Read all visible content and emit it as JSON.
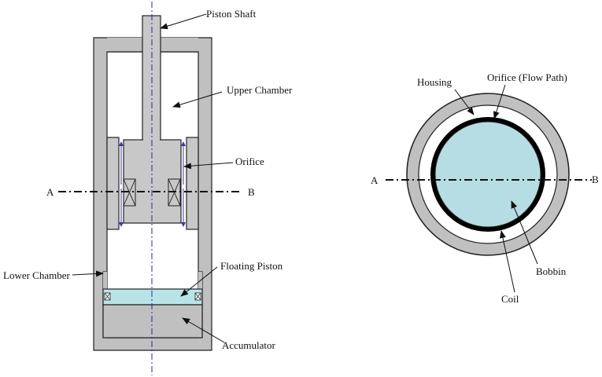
{
  "labels": {
    "piston_shaft": "Piston Shaft",
    "upper_chamber": "Upper Chamber",
    "orifice": "Orifice",
    "lower_chamber": "Lower Chamber",
    "floating_piston": "Floating Piston",
    "accumulator": "Accumulator",
    "section_a_left": "A",
    "section_b_left": "B",
    "housing": "Housing",
    "orifice_flow_path": "Orifice (Flow Path)",
    "section_a_right": "A",
    "section_b_right": "B",
    "bobbin": "Bobbin",
    "coil": "Coil"
  },
  "colors": {
    "housing": "#c0c0c0",
    "piston": "#c8c8c8",
    "outline": "#222222",
    "floating_piston": "#b8e4e8",
    "bobbin": "#b6dde3",
    "coil": "#000000",
    "centerline": "#2a2a9a",
    "flow_arrow": "#3a3a9a"
  }
}
